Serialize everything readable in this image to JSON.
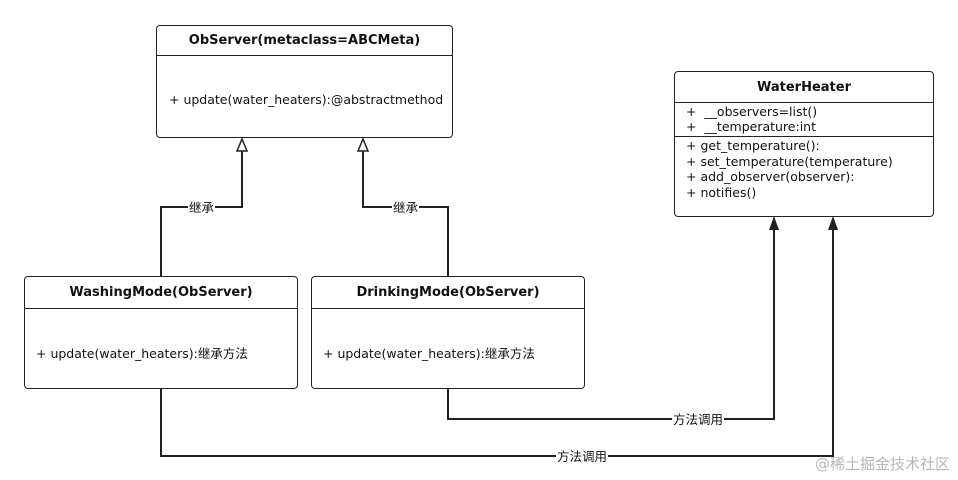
{
  "classes": {
    "observer": {
      "title": "ObServer(metaclass=ABCMeta)",
      "methods": [
        "+ update(water_heaters):@abstractmethod"
      ]
    },
    "water_heater": {
      "title": "WaterHeater",
      "attributes": [
        "+  __observers=list()",
        "+  __temperature:int"
      ],
      "methods": [
        "+ get_temperature():",
        "+ set_temperature(temperature)",
        "+ add_observer(observer):",
        "+ notifies()"
      ]
    },
    "washing_mode": {
      "title": "WashingMode(ObServer)",
      "methods": [
        "+ update(water_heaters):继承方法"
      ]
    },
    "drinking_mode": {
      "title": "DrinkingMode(ObServer)",
      "methods": [
        "+ update(water_heaters):继承方法"
      ]
    }
  },
  "edges": {
    "washing_inherit": "继承",
    "drinking_inherit": "继承",
    "drinking_call": "方法调用",
    "washing_call": "方法调用"
  },
  "watermark": "@稀土掘金技术社区"
}
